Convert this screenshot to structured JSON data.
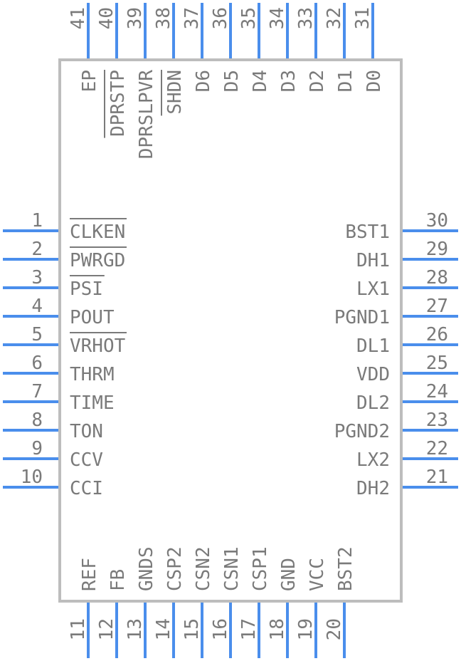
{
  "left_pins": [
    {
      "num": "1",
      "name": "CLKEN",
      "overbar": true
    },
    {
      "num": "2",
      "name": "PWRGD",
      "overbar": true
    },
    {
      "num": "3",
      "name": "PSI",
      "overbar": true
    },
    {
      "num": "4",
      "name": "POUT",
      "overbar": false
    },
    {
      "num": "5",
      "name": "VRHOT",
      "overbar": true
    },
    {
      "num": "6",
      "name": "THRM",
      "overbar": false
    },
    {
      "num": "7",
      "name": "TIME",
      "overbar": false
    },
    {
      "num": "8",
      "name": "TON",
      "overbar": false
    },
    {
      "num": "9",
      "name": "CCV",
      "overbar": false
    },
    {
      "num": "10",
      "name": "CCI",
      "overbar": false
    }
  ],
  "right_pins": [
    {
      "num": "30",
      "name": "BST1",
      "overbar": false
    },
    {
      "num": "29",
      "name": "DH1",
      "overbar": false
    },
    {
      "num": "28",
      "name": "LX1",
      "overbar": false
    },
    {
      "num": "27",
      "name": "PGND1",
      "overbar": false
    },
    {
      "num": "26",
      "name": "DL1",
      "overbar": false
    },
    {
      "num": "25",
      "name": "VDD",
      "overbar": false
    },
    {
      "num": "24",
      "name": "DL2",
      "overbar": false
    },
    {
      "num": "23",
      "name": "PGND2",
      "overbar": false
    },
    {
      "num": "22",
      "name": "LX2",
      "overbar": false
    },
    {
      "num": "21",
      "name": "DH2",
      "overbar": false
    }
  ],
  "top_pins": [
    {
      "num": "41",
      "name": "EP",
      "overbar": false
    },
    {
      "num": "40",
      "name": "DPRSTP",
      "overbar": true
    },
    {
      "num": "39",
      "name": "DPRSLPVR",
      "overbar": false
    },
    {
      "num": "38",
      "name": "SHDN",
      "overbar": true
    },
    {
      "num": "37",
      "name": "D6",
      "overbar": false
    },
    {
      "num": "36",
      "name": "D5",
      "overbar": false
    },
    {
      "num": "35",
      "name": "D4",
      "overbar": false
    },
    {
      "num": "34",
      "name": "D3",
      "overbar": false
    },
    {
      "num": "33",
      "name": "D2",
      "overbar": false
    },
    {
      "num": "32",
      "name": "D1",
      "overbar": false
    },
    {
      "num": "31",
      "name": "D0",
      "overbar": false
    }
  ],
  "bottom_pins": [
    {
      "num": "11",
      "name": "REF",
      "overbar": false
    },
    {
      "num": "12",
      "name": "FB",
      "overbar": false
    },
    {
      "num": "13",
      "name": "GNDS",
      "overbar": false
    },
    {
      "num": "14",
      "name": "CSP2",
      "overbar": false
    },
    {
      "num": "15",
      "name": "CSN2",
      "overbar": false
    },
    {
      "num": "16",
      "name": "CSN1",
      "overbar": false
    },
    {
      "num": "17",
      "name": "CSP1",
      "overbar": false
    },
    {
      "num": "18",
      "name": "GND",
      "overbar": false
    },
    {
      "num": "19",
      "name": "VCC",
      "overbar": false
    },
    {
      "num": "20",
      "name": "BST2",
      "overbar": false
    }
  ],
  "colors": {
    "pin": "#4a8eec",
    "outline": "#bdbdbd",
    "text": "#7a7a7a"
  }
}
